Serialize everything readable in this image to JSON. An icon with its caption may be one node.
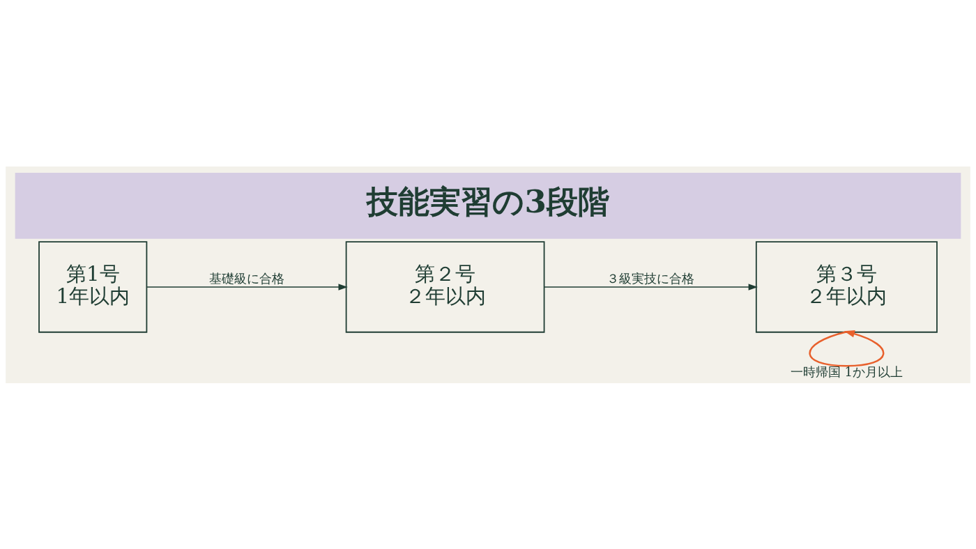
{
  "diagram": {
    "title": "技能実習の3段階",
    "nodes": [
      {
        "text": [
          "第1号",
          "1年以内"
        ]
      },
      {
        "text": [
          "第２号",
          "２年以内"
        ]
      },
      {
        "text": [
          "第３号",
          "２年以内"
        ]
      }
    ],
    "edges": [
      {
        "from": 0,
        "to": 1,
        "arrow": "to",
        "label": "基礎級に合格"
      },
      {
        "from": 1,
        "to": 2,
        "arrow": "to",
        "label": "３級実技に合格"
      },
      {
        "from": 2,
        "to": 2,
        "arrow": "to",
        "label": "一時帰国 1か月以上",
        "color": "#e8602c"
      }
    ]
  }
}
